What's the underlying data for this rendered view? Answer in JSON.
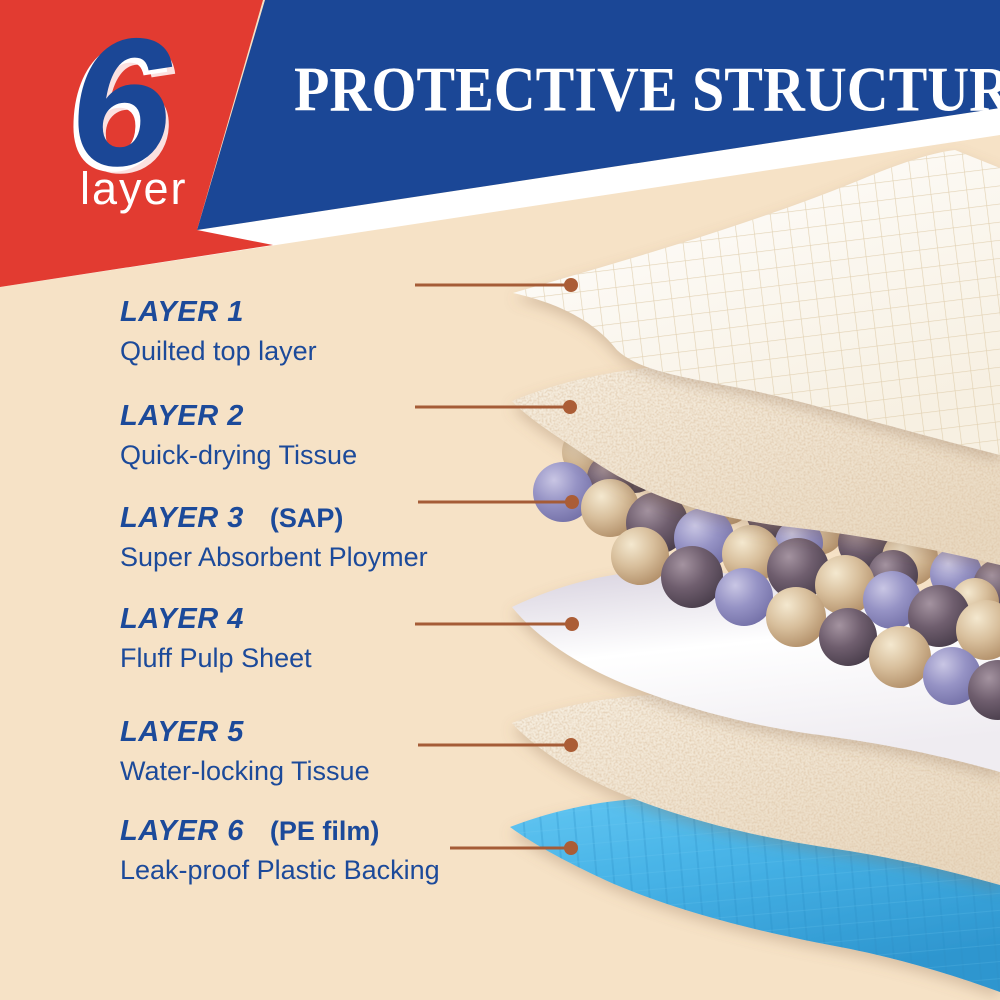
{
  "badge": {
    "number": "6",
    "label": "layer"
  },
  "header": {
    "title": "PROTECTIVE STRUCTURE"
  },
  "layers": [
    {
      "name": "LAYER 1",
      "note": "",
      "desc": "Quilted top layer"
    },
    {
      "name": "LAYER 2",
      "note": "",
      "desc": "Quick-drying Tissue"
    },
    {
      "name": "LAYER 3",
      "note": "(SAP)",
      "desc": "Super Absorbent Ploymer"
    },
    {
      "name": "LAYER 4",
      "note": "",
      "desc": "Fluff Pulp Sheet"
    },
    {
      "name": "LAYER 5",
      "note": "",
      "desc": "Water-locking Tissue"
    },
    {
      "name": "LAYER 6",
      "note": "(PE film)",
      "desc": "Leak-proof Plastic Backing"
    }
  ],
  "palette": {
    "background_cream": "#f6e2c6",
    "corner_red": "#e23b31",
    "banner_blue": "#1b4796",
    "label_text_blue": "#1c4a9a",
    "leader_line_brown": "#a55c37",
    "pe_film_blue": "#46b2e6",
    "tissue_tan": "#f0e6d5",
    "bead_tan": "#d8bf9c",
    "bead_plum": "#6f5e6e",
    "bead_lavender": "#9693c5"
  }
}
